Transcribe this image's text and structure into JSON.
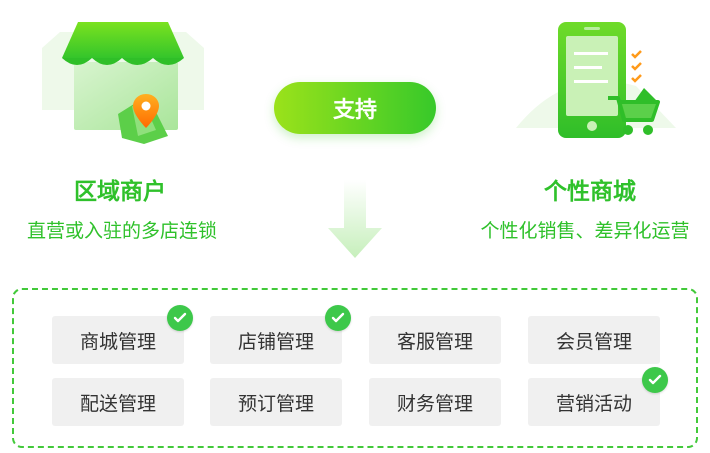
{
  "colors": {
    "accent": "#2fc12b",
    "accent_light": "#9be21a",
    "chip_bg": "#f0f0f0",
    "chip_text": "#333333",
    "check_bg": "#3dc84a"
  },
  "center": {
    "support_label": "支持"
  },
  "left": {
    "title": "区域商户",
    "subtitle": "直营或入驻的多店连锁",
    "icon": "storefront-icon"
  },
  "right": {
    "title": "个性商城",
    "subtitle": "个性化销售、差异化运营",
    "icon": "mobile-shop-icon"
  },
  "features": [
    {
      "label": "商城管理",
      "checked": true
    },
    {
      "label": "店铺管理",
      "checked": true
    },
    {
      "label": "客服管理",
      "checked": false
    },
    {
      "label": "会员管理",
      "checked": false
    },
    {
      "label": "配送管理",
      "checked": false
    },
    {
      "label": "预订管理",
      "checked": false
    },
    {
      "label": "财务管理",
      "checked": false
    },
    {
      "label": "营销活动",
      "checked": true
    }
  ]
}
